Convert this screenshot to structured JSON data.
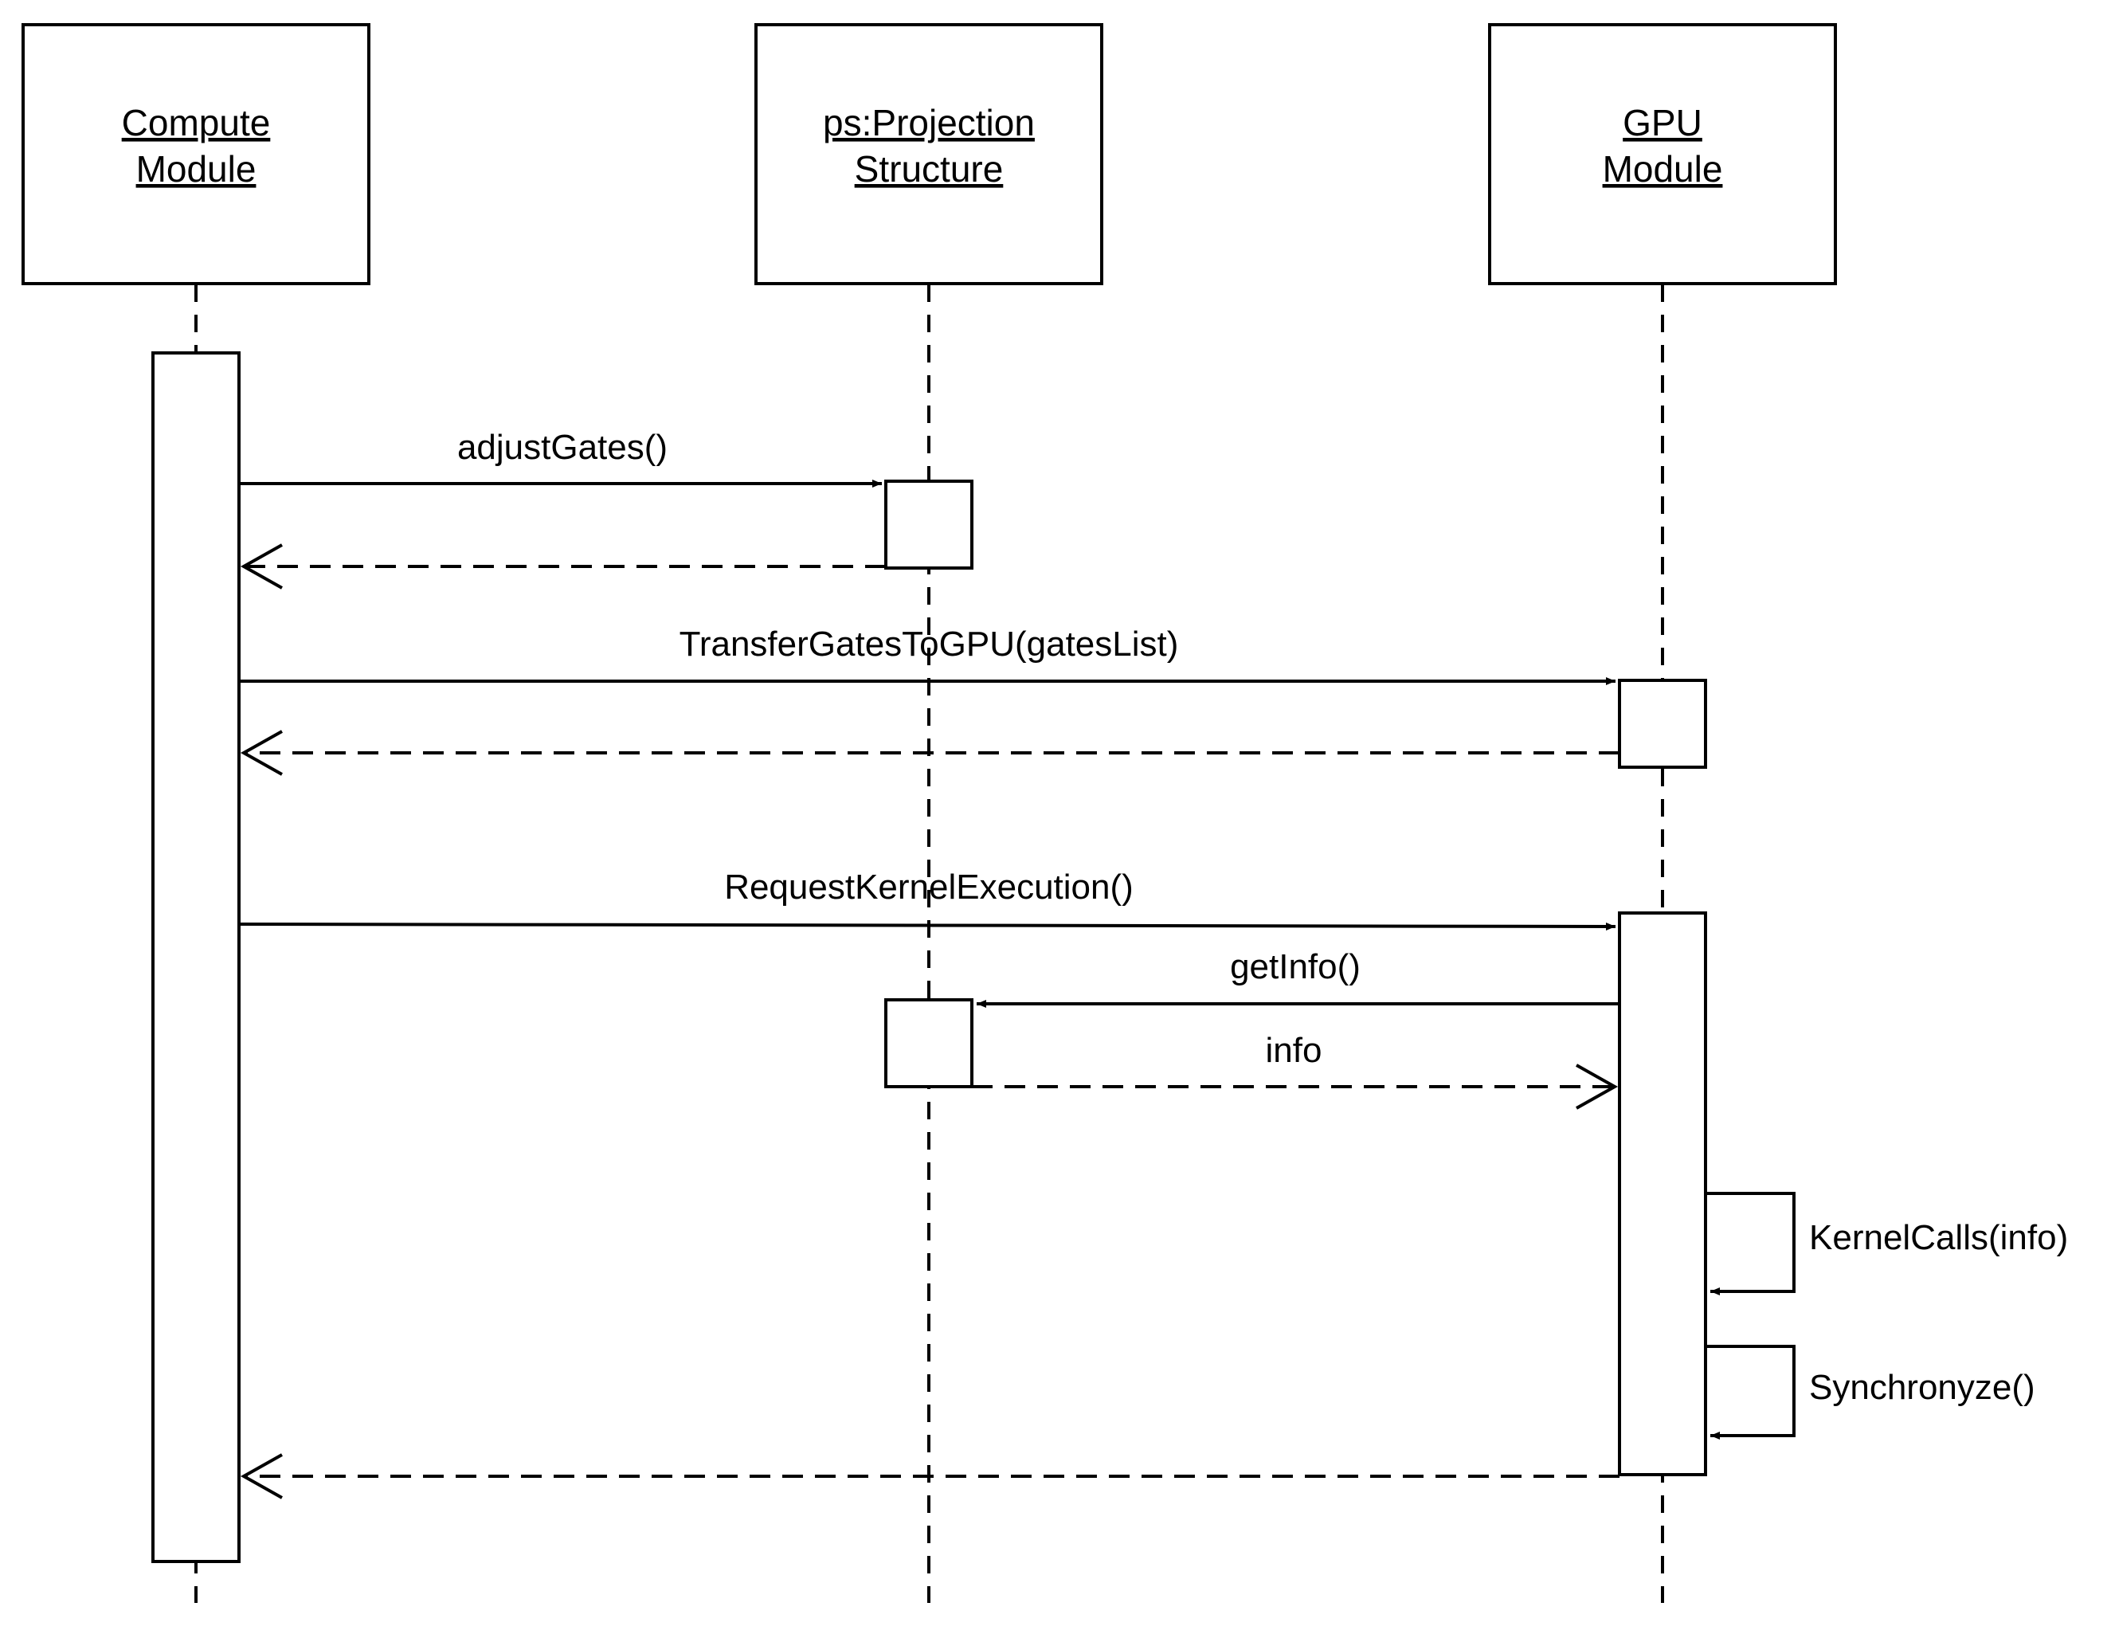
{
  "participants": [
    {
      "line1": "Compute",
      "line2": "Module"
    },
    {
      "line1": "ps:Projection",
      "line2": "Structure"
    },
    {
      "line1": "GPU",
      "line2": "Module"
    }
  ],
  "messages": {
    "adjust_gates": "adjustGates()",
    "transfer_gates": "TransferGatesToGPU(gatesList)",
    "request_kernel": "RequestKernelExecution()",
    "get_info": "getInfo()",
    "info_return": "info",
    "kernel_calls": "KernelCalls(info)",
    "synchronize": "Synchronyze()"
  }
}
